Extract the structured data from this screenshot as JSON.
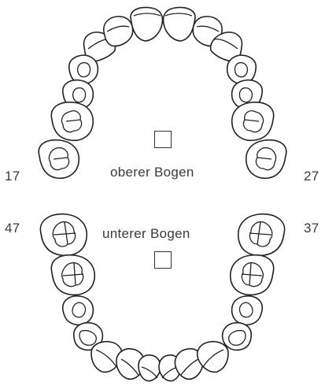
{
  "upper_arch": {
    "label": "oberer Bogen",
    "left_number": "17",
    "right_number": "27"
  },
  "lower_arch": {
    "label": "unterer Bogen",
    "left_number": "47",
    "right_number": "37"
  },
  "colors": {
    "stroke": "#222222",
    "text": "#3a3a3a",
    "background": "#ffffff"
  }
}
